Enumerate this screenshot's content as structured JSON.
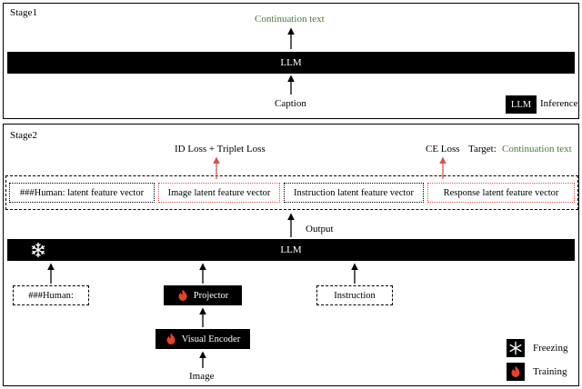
{
  "stage1": {
    "label": "Stage1",
    "output": "Continuation text",
    "llm": "LLM",
    "input": "Caption",
    "legend_badge": "LLM",
    "legend_label": "Inference"
  },
  "stage2": {
    "label": "Stage2",
    "losses": {
      "left": "ID Loss + Triplet Loss",
      "right": "CE Loss",
      "target_prefix": "Target:",
      "target_value": "Continuation text"
    },
    "vectors": [
      "###Human: latent feature vector",
      "Image latent feature vector",
      "Instruction latent feature vector",
      "Response latent feature vector"
    ],
    "output_label": "Output",
    "llm": "LLM",
    "human_input": "###Human:",
    "projector": "Projector",
    "visual_encoder": "Visual Encoder",
    "image_label": "Image",
    "instruction": "Instruction",
    "legend": {
      "freezing": "Freezing",
      "training": "Training"
    }
  },
  "colors": {
    "green_text": "#4a7a3a",
    "red_accent": "#d9534f",
    "fire": "#e8412c"
  },
  "icons": [
    "snowflake-icon",
    "fire-icon",
    "up-arrow-icon"
  ]
}
